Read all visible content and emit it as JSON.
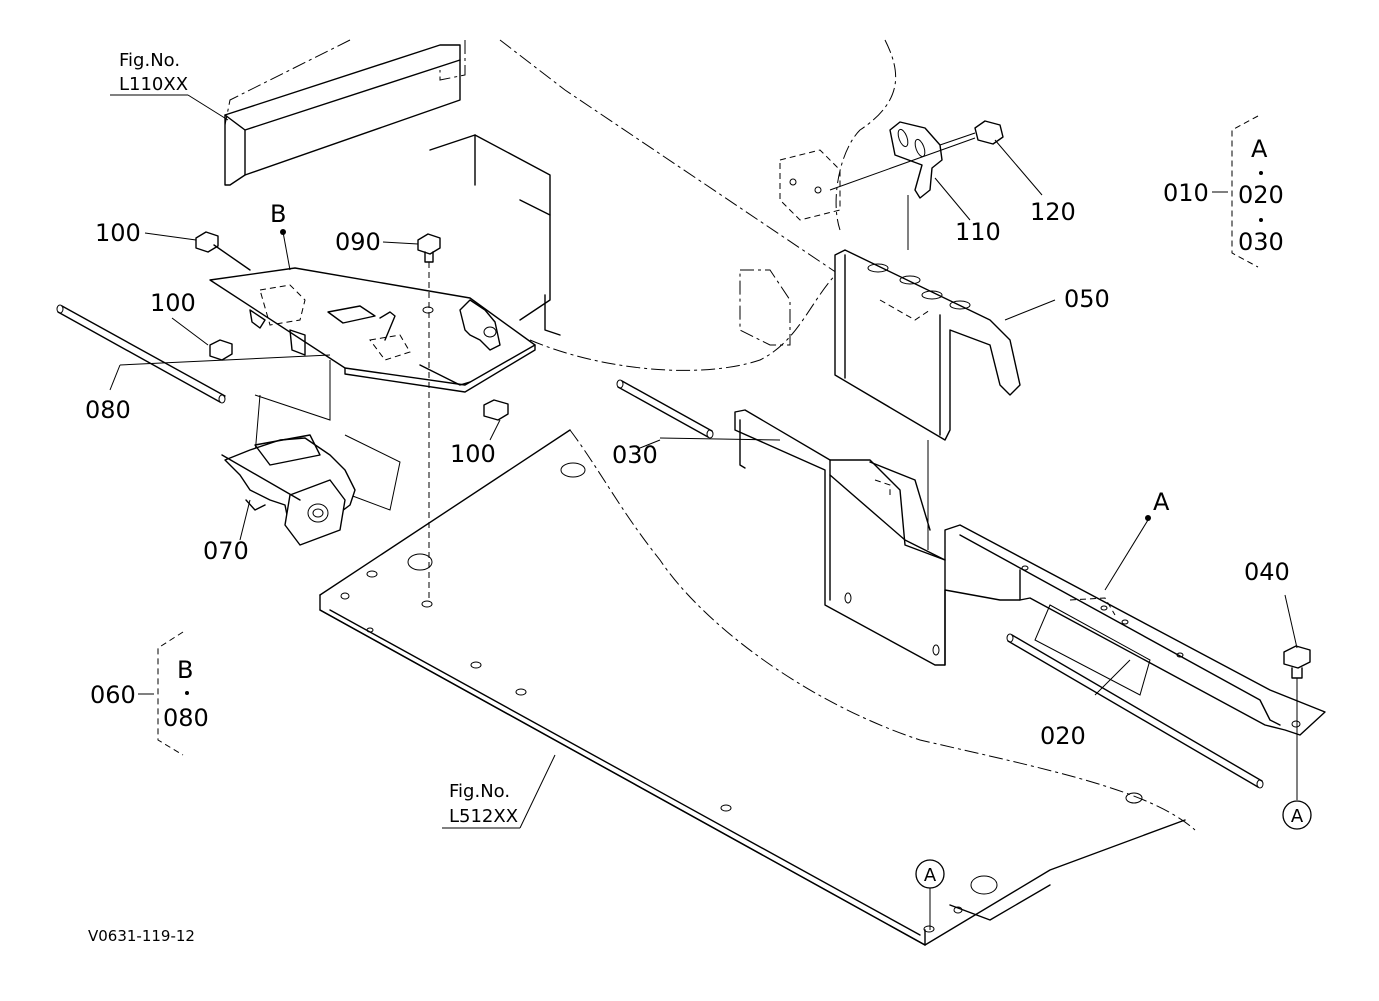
{
  "fig_refs": [
    {
      "line1": "Fig.No.",
      "line2": "L110XX"
    },
    {
      "line1": "Fig.No.",
      "line2": "L512XX"
    }
  ],
  "callouts": {
    "c100a": "100",
    "c100b": "100",
    "c100c": "100",
    "c090": "090",
    "c080": "080",
    "c070": "070",
    "c030": "030",
    "c050": "050",
    "c110": "110",
    "c120": "120",
    "c020": "020",
    "c040": "040"
  },
  "point_labels": {
    "B": "B",
    "A": "A",
    "A_circle_1": "A",
    "A_circle_2": "A"
  },
  "groups": [
    {
      "parent": "010",
      "items": [
        "A",
        "020",
        "030"
      ]
    },
    {
      "parent": "060",
      "items": [
        "B",
        "080"
      ]
    }
  ],
  "drawing_id": "V0631-119-12"
}
